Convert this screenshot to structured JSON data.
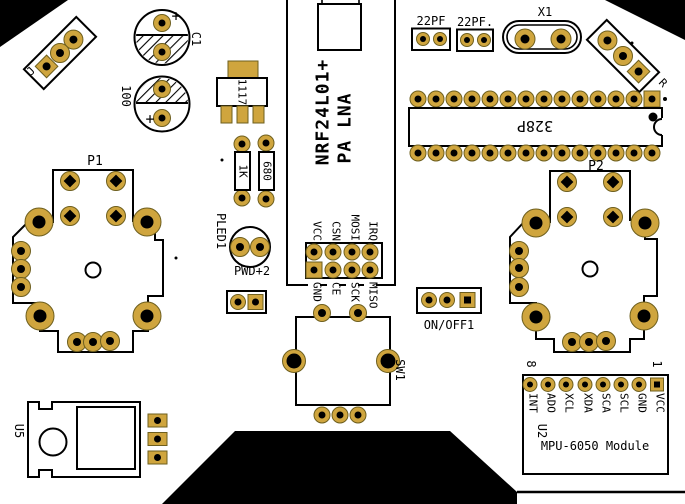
{
  "colors": {
    "background": "#FFFFFF",
    "silkscreen": "#000000",
    "pad_gold": "#CFA53E",
    "pad_outline": "#6E5F1E"
  },
  "components": {
    "j_connector": {
      "ref": "J"
    },
    "c1": {
      "ref": "C1",
      "polarity": "+"
    },
    "c100": {
      "value": "100",
      "polarity": "+"
    },
    "vreg": {
      "value": "1117"
    },
    "r1k": {
      "value": "1K"
    },
    "r680": {
      "value": "680"
    },
    "pled1": {
      "ref": "PLED1",
      "note": "PWD+2"
    },
    "nrf_module": {
      "name_line1": "NRF24L01+",
      "name_line2": "PA LNA",
      "pins_top": [
        "VCC",
        "CSN",
        "MOSI",
        "IRQ"
      ],
      "pins_bottom": [
        "GND",
        "CE",
        "SCK",
        "MISO"
      ]
    },
    "c22a": {
      "value": "22PF"
    },
    "c22b": {
      "value": "22PF."
    },
    "x1": {
      "ref": "X1"
    },
    "r_connector": {
      "ref": "R"
    },
    "mcu": {
      "value": "328P"
    },
    "p1": {
      "ref": "P1"
    },
    "p2": {
      "ref": "P2"
    },
    "sw1": {
      "ref": "SW1"
    },
    "power_header": {
      "label": "ON/OFF1"
    },
    "u5": {
      "ref": "U5"
    },
    "mpu_module": {
      "ref": "U2",
      "name": "MPU-6050 Module",
      "pin_last": "8",
      "pin_first": "1",
      "pins": [
        "INT",
        "ADO",
        "XCL",
        "XDA",
        "SCA",
        "SCL",
        "GND",
        "VCC"
      ]
    }
  }
}
